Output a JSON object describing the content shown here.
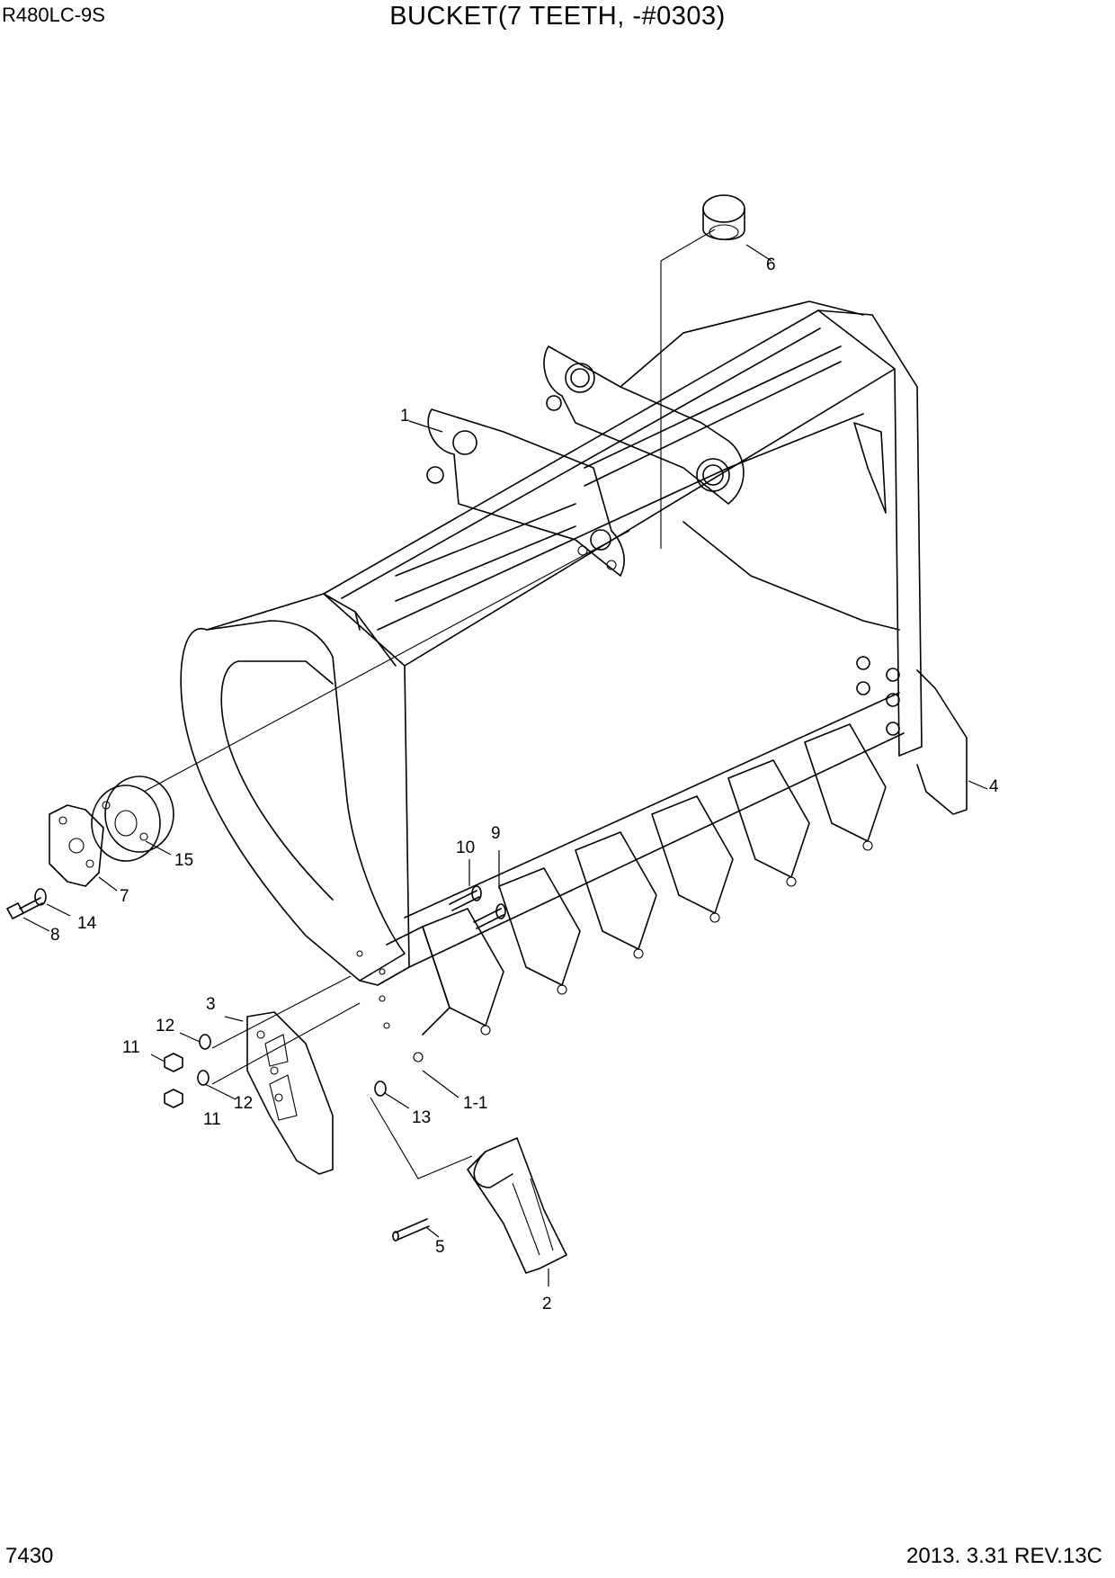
{
  "header": {
    "model": "R480LC-9S",
    "title": "BUCKET(7 TEETH, -#0303)"
  },
  "footer": {
    "page": "7430",
    "revision": "2013. 3.31  REV.13C"
  },
  "callouts": {
    "c1": "1",
    "c1_1": "1-1",
    "c2": "2",
    "c3": "3",
    "c4": "4",
    "c5": "5",
    "c6": "6",
    "c7": "7",
    "c8": "8",
    "c9": "9",
    "c10": "10",
    "c11a": "11",
    "c11b": "11",
    "c12a": "12",
    "c12b": "12",
    "c13": "13",
    "c14": "14",
    "c15": "15"
  }
}
